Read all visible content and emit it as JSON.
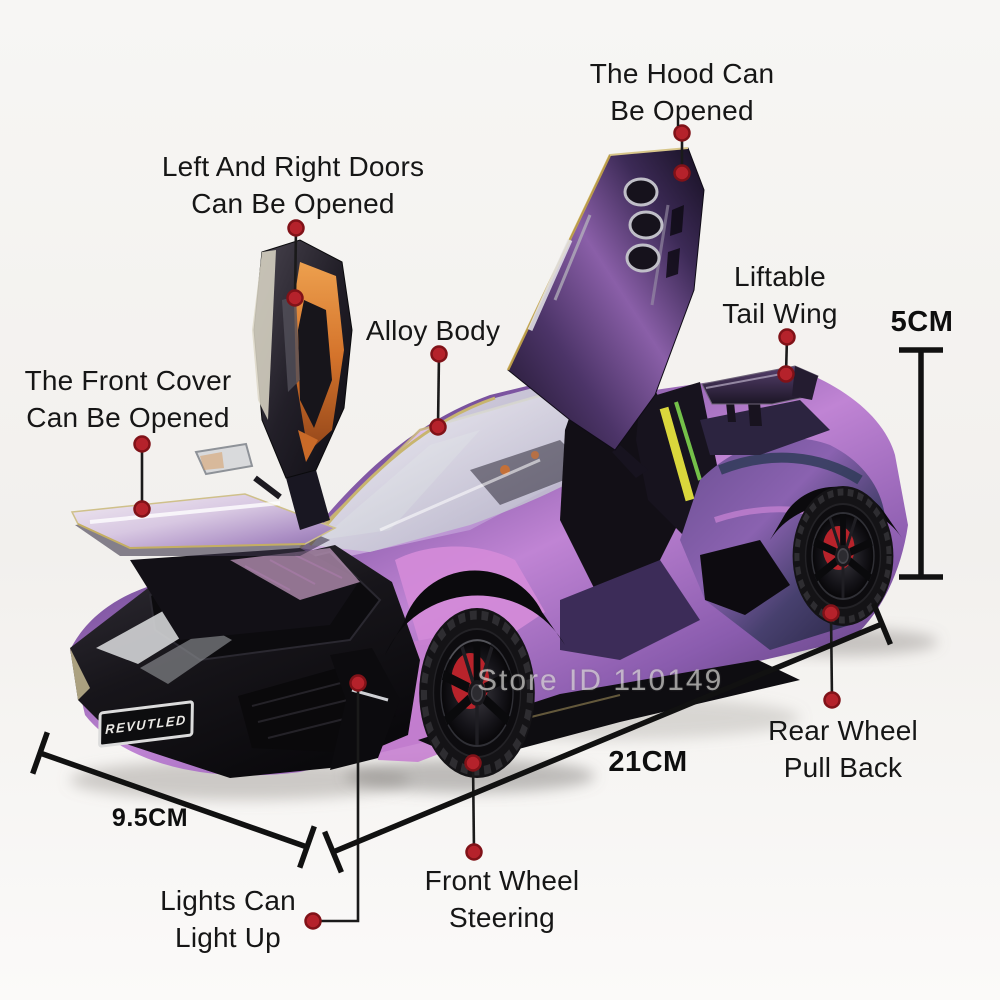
{
  "page": {
    "background": "#f4f2ef"
  },
  "product": {
    "license_plate": "REVUTLED",
    "watermark": "Store ID 110149"
  },
  "callouts": {
    "hood": "The Hood Can\nBe Opened",
    "doors": "Left And Right Doors\nCan Be Opened",
    "alloy_body": "Alloy Body",
    "tail_wing": "Liftable\nTail Wing",
    "front_cover": "The Front Cover\nCan Be Opened",
    "rear_wheel": "Rear Wheel\nPull Back",
    "lights": "Lights Can\nLight Up",
    "front_wheel": "Front Wheel\nSteering"
  },
  "dimensions": {
    "height": "5CM",
    "length": "21CM",
    "width": "9.5CM"
  },
  "colors": {
    "callout_dot": "#b5222b",
    "callout_line": "#1a1a1a",
    "dimension_line": "#111111",
    "text": "#161616",
    "body_purple": "#8a5fae",
    "accent_orange": "#d4732b",
    "accent_yellow_green": "#d8e94f"
  }
}
